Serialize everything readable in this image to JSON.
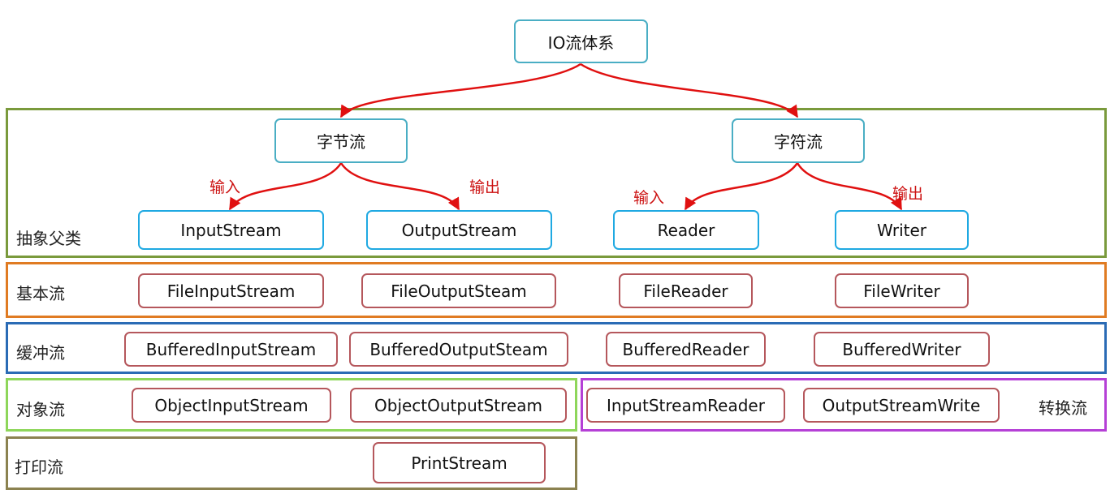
{
  "root": "IO流体系",
  "categories": {
    "byte": "字节流",
    "char": "字符流"
  },
  "edge_labels": {
    "input": "输入",
    "output": "输出"
  },
  "abstract": {
    "label": "抽象父类",
    "input_stream": "InputStream",
    "output_stream": "OutputStream",
    "reader": "Reader",
    "writer": "Writer"
  },
  "basic": {
    "label": "基本流",
    "file_input_stream": "FileInputStream",
    "file_output_steam": "FileOutputSteam",
    "file_reader": "FileReader",
    "file_writer": "FileWriter"
  },
  "buffered": {
    "label": "缓冲流",
    "buffered_input_stream": "BufferedInputStream",
    "buffered_output_steam": "BufferedOutputSteam",
    "buffered_reader": "BufferedReader",
    "buffered_writer": "BufferedWriter"
  },
  "object": {
    "label": "对象流",
    "object_input_stream": "ObjectInputStream",
    "object_output_stream": "ObjectOutputStream"
  },
  "conversion": {
    "label": "转换流",
    "input_stream_reader": "InputStreamReader",
    "output_stream_write": "OutputStreamWrite"
  },
  "print": {
    "label": "打印流",
    "print_stream": "PrintStream"
  },
  "colors": {
    "abstract_frame": "#7a9a3c",
    "basic_frame": "#e07b22",
    "buffered_frame": "#2a6bb5",
    "object_frame": "#8ed65a",
    "conversion_frame": "#b540d6",
    "print_frame": "#8b8250",
    "arrow": "#e01010"
  }
}
